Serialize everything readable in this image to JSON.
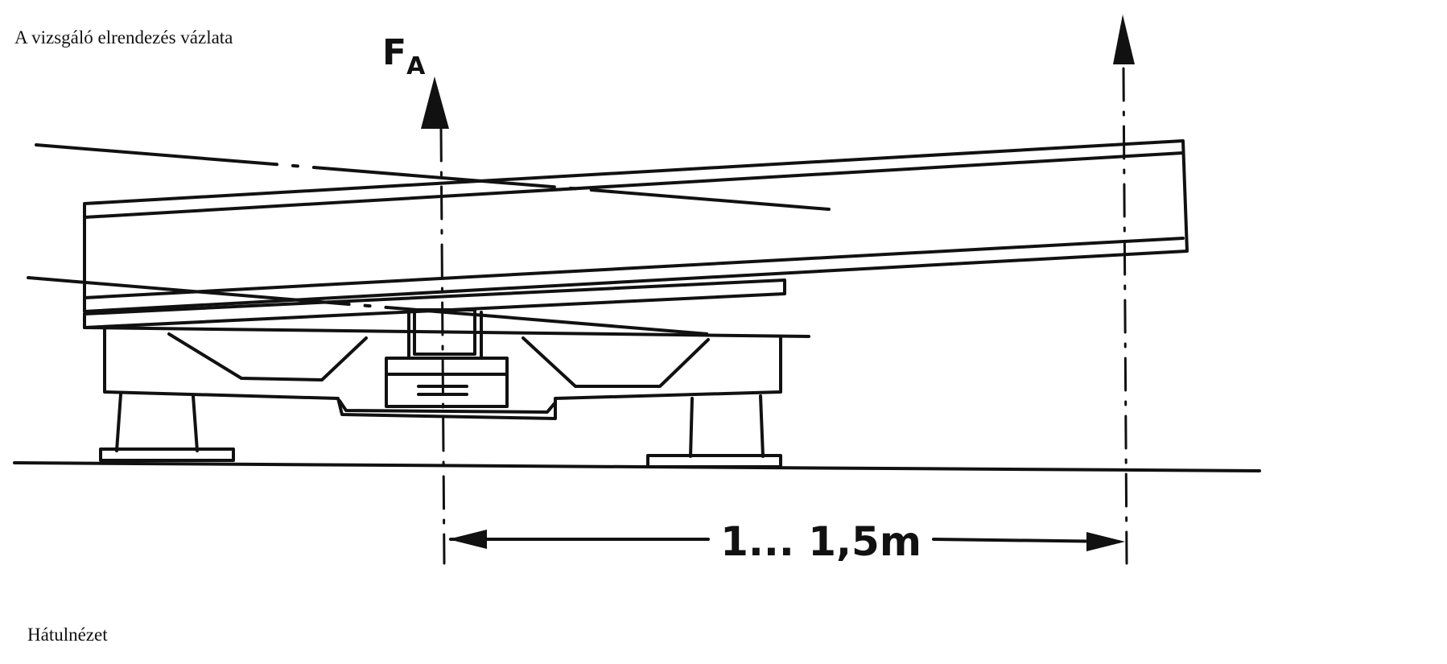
{
  "title": "A vizsgáló elrendezés vázlata",
  "view_label": "Hátulnézet",
  "force_label": {
    "main": "F",
    "subscript": "A"
  },
  "dimension_label": "1... 1,5m",
  "colors": {
    "ink": "#111111",
    "paper": "#ffffff"
  }
}
